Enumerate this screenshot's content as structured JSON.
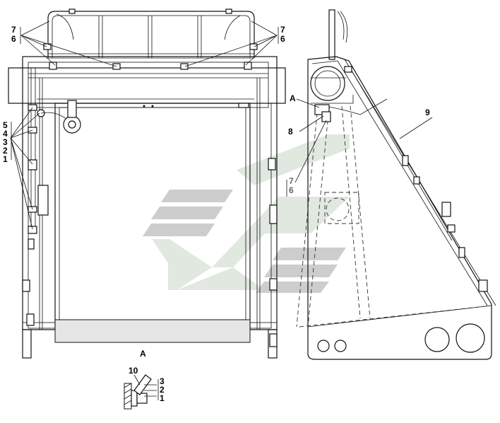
{
  "labels": {
    "top_left_7": "7",
    "top_left_6": "6",
    "top_right_7": "7",
    "top_right_6": "6",
    "left_5": "5",
    "left_4": "4",
    "left_3": "3",
    "left_2": "2",
    "left_1": "1",
    "side_A": "A",
    "side_8": "8",
    "side_9": "9",
    "side_7": "7",
    "side_6": "6",
    "detail_title": "A",
    "detail_10": "10",
    "detail_3": "3",
    "detail_2": "2",
    "detail_1": "1"
  },
  "colors": {
    "line": "#111111",
    "watermark_gray": "#c8c8c8",
    "watermark_green": "#dde6dd",
    "panel_fill": "#e6e6e6",
    "callout_gray": "#666666"
  }
}
